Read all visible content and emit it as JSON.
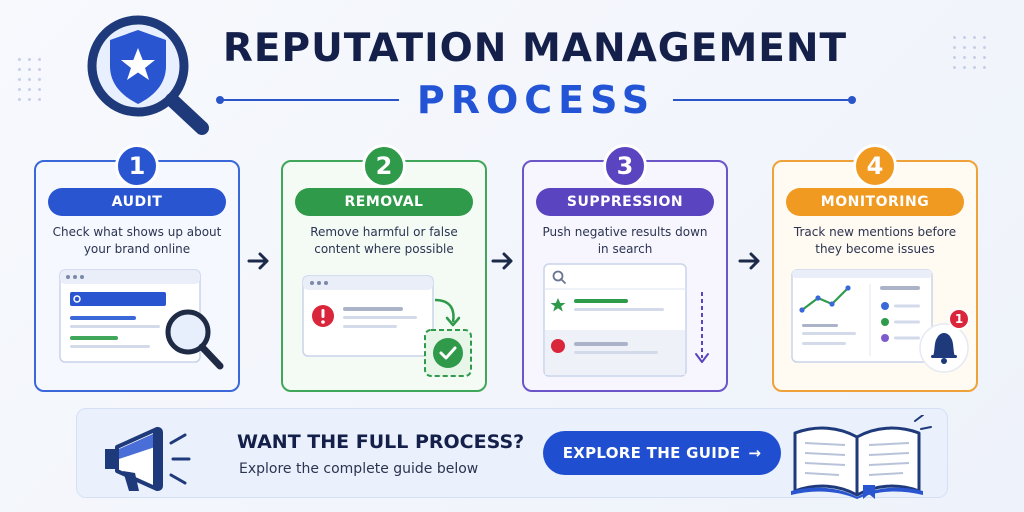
{
  "header": {
    "title": "REPUTATION MANAGEMENT",
    "subtitle": "PROCESS"
  },
  "steps": [
    {
      "number": "1",
      "label": "AUDIT",
      "description": "Check what shows up about your brand online",
      "color": "#2a55d1"
    },
    {
      "number": "2",
      "label": "REMOVAL",
      "description": "Remove harmful or false content where possible",
      "color": "#2e9a4a"
    },
    {
      "number": "3",
      "label": "SUPPRESSION",
      "description": "Push negative results down in search",
      "color": "#5b44bf"
    },
    {
      "number": "4",
      "label": "MONITORING",
      "description": "Track new mentions before they become issues",
      "color": "#f09a22"
    }
  ],
  "notification": {
    "count": "1"
  },
  "cta": {
    "heading": "WANT THE FULL PROCESS?",
    "subtext": "Explore the complete guide below",
    "button_label": "EXPLORE THE GUIDE",
    "button_arrow": "→"
  },
  "icons": {
    "hero": "shield-magnifier-icon",
    "step1": "browser-search-magnifier-icon",
    "step2": "browser-error-check-icon",
    "step3": "search-results-down-arrow-icon",
    "step4": "dashboard-chart-bell-icon",
    "cta_left": "megaphone-icon",
    "cta_right": "open-book-icon"
  }
}
